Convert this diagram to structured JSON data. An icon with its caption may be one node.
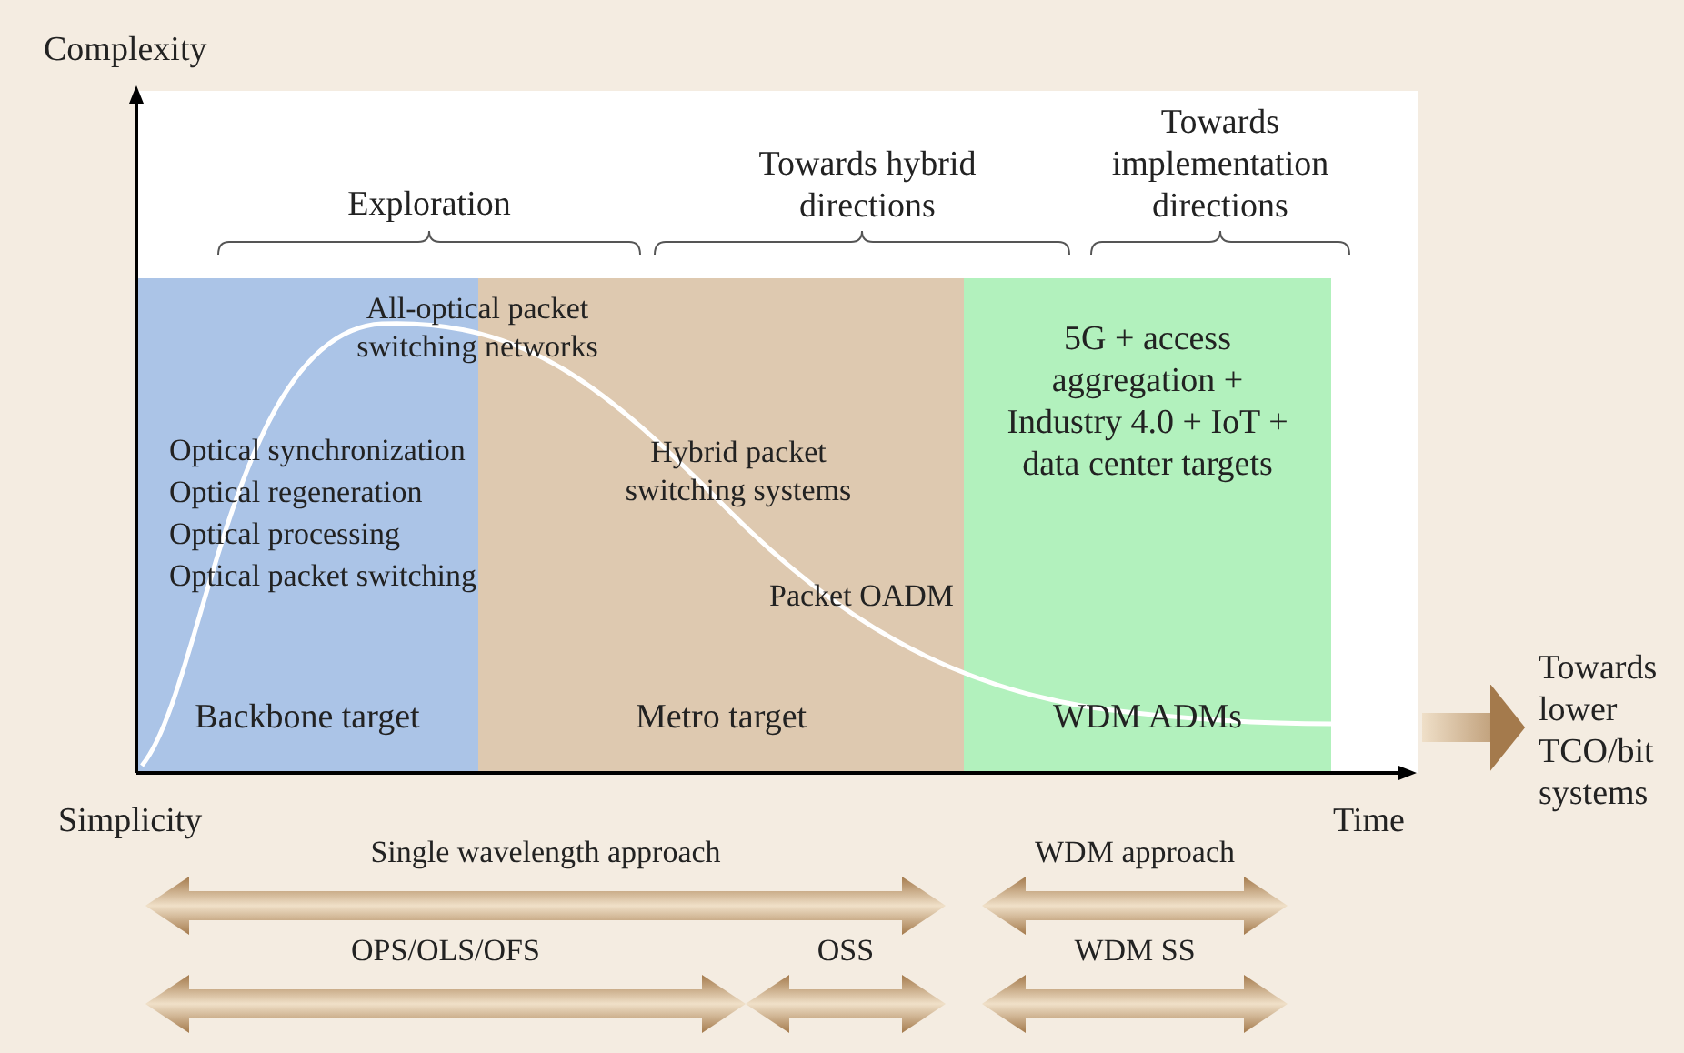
{
  "diagram": {
    "nodes": [
      {
        "text": [
          "Optical synchronization",
          "Optical regeneration",
          "Optical processing",
          "Optical packet switching",
          "Backbone target"
        ]
      },
      {
        "text": [
          "Hybrid packet switching systems",
          "Packet OADM",
          "Metro target"
        ]
      },
      {
        "text": [
          "5G + access aggregation + Industry 4.0 + IoT + data center targets",
          "WDM ADMs"
        ]
      },
      {
        "text": [
          "Towards lower TCO/bit systems"
        ]
      },
      {
        "text": [
          "Single wavelength approach"
        ]
      },
      {
        "text": [
          "OPS/OLS/OFS"
        ]
      },
      {
        "text": [
          "OSS"
        ]
      },
      {
        "text": [
          "WDM approach"
        ]
      },
      {
        "text": [
          "WDM SS"
        ]
      }
    ],
    "edges": [
      {
        "from": null,
        "to": 3,
        "arrow": "to"
      }
    ],
    "labels": [
      "Complexity",
      "Exploration",
      "Towards hybrid directions",
      "Towards implementation directions",
      "All-optical packet switching networks",
      "Simplicity",
      "Time"
    ]
  }
}
